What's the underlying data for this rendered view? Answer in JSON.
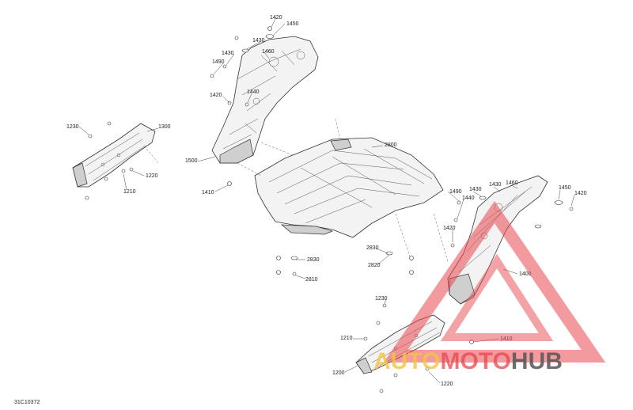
{
  "figure": {
    "code": "31C10372",
    "labels": [
      {
        "id": "1420-a",
        "text": "1420"
      },
      {
        "id": "1450-a",
        "text": "1450"
      },
      {
        "id": "1430-a",
        "text": "1430"
      },
      {
        "id": "1460-a",
        "text": "1460"
      },
      {
        "id": "1430-b",
        "text": "1430"
      },
      {
        "id": "1490-a",
        "text": "1490"
      },
      {
        "id": "1420-b",
        "text": "1420"
      },
      {
        "id": "1440-a",
        "text": "1440"
      },
      {
        "id": "1500-a",
        "text": "1500"
      },
      {
        "id": "1410-a",
        "text": "1410"
      },
      {
        "id": "1230-a",
        "text": "1230"
      },
      {
        "id": "1300-a",
        "text": "1300"
      },
      {
        "id": "1220-a",
        "text": "1220"
      },
      {
        "id": "1210-a",
        "text": "1210"
      },
      {
        "id": "2800-a",
        "text": "2800"
      },
      {
        "id": "1490-b",
        "text": "1490"
      },
      {
        "id": "1430-c",
        "text": "1430"
      },
      {
        "id": "1430-d",
        "text": "1430"
      },
      {
        "id": "1460-b",
        "text": "1460"
      },
      {
        "id": "1450-b",
        "text": "1450"
      },
      {
        "id": "1420-c",
        "text": "1420"
      },
      {
        "id": "1440-b",
        "text": "1440"
      },
      {
        "id": "1420-d",
        "text": "1420"
      },
      {
        "id": "1400-a",
        "text": "1400"
      },
      {
        "id": "1410-b",
        "text": "1410"
      },
      {
        "id": "2830-a",
        "text": "2830"
      },
      {
        "id": "2810-a",
        "text": "2810"
      },
      {
        "id": "2830-b",
        "text": "2830"
      },
      {
        "id": "2820-a",
        "text": "2820"
      },
      {
        "id": "1230-b",
        "text": "1230"
      },
      {
        "id": "1210-b",
        "text": "1210"
      },
      {
        "id": "1200-a",
        "text": "1200"
      },
      {
        "id": "1220-b",
        "text": "1220"
      }
    ]
  },
  "watermark": {
    "part1": "AUTO",
    "part2": "MOTO",
    "part3": "HUB",
    "colors": {
      "yellow": "#f4c542",
      "red": "#e8474d",
      "gray": "#555555"
    }
  }
}
